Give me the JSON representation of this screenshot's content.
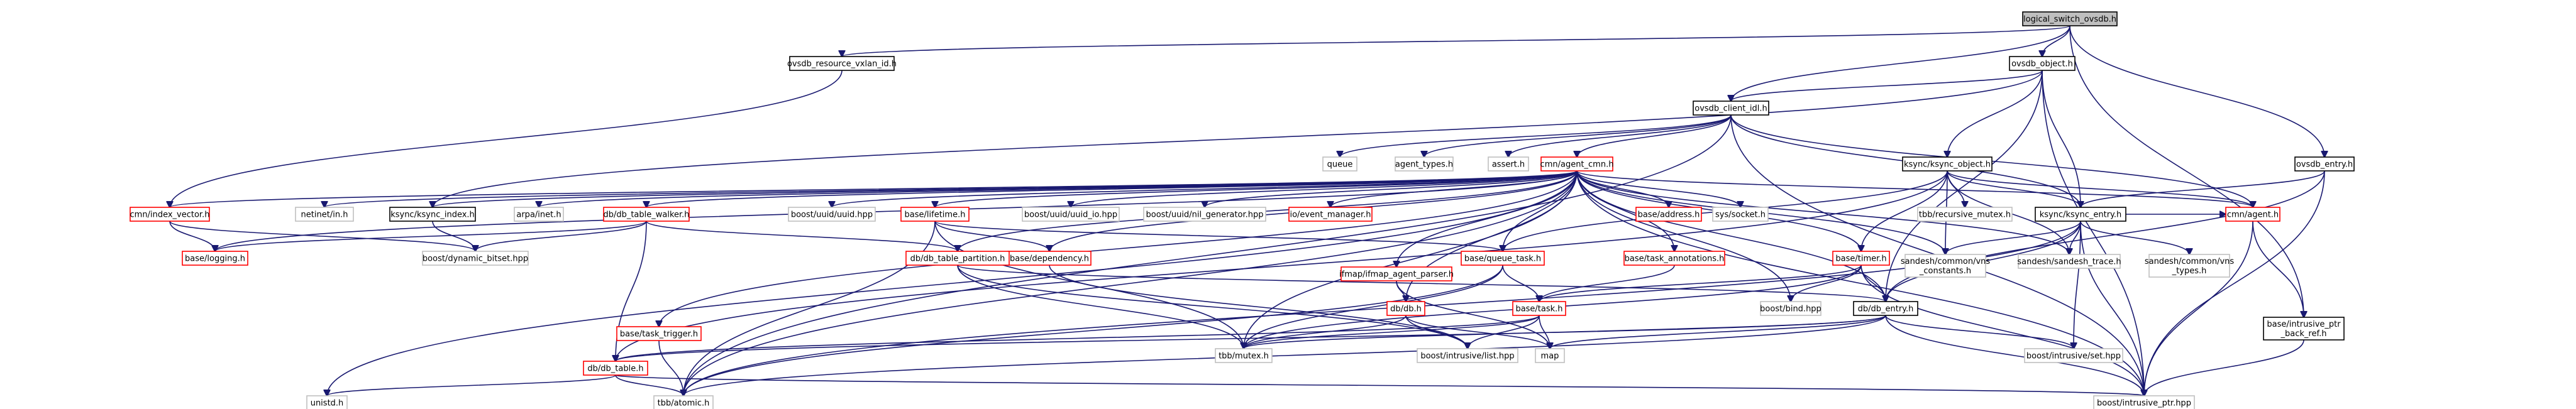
{
  "graph": {
    "nodes": [
      {
        "id": "root",
        "label": "logical_switch_ovsdb.h",
        "style": "root"
      },
      {
        "id": "ovsdb_resource_vxlan_id",
        "label": "ovsdb_resource_vxlan_id.h",
        "style": "normal"
      },
      {
        "id": "ovsdb_object",
        "label": "ovsdb_object.h",
        "style": "normal"
      },
      {
        "id": "ovsdb_client_idl",
        "label": "ovsdb_client_idl.h",
        "style": "normal"
      },
      {
        "id": "ovsdb_entry",
        "label": "ovsdb_entry.h",
        "style": "normal"
      },
      {
        "id": "queue",
        "label": "queue",
        "style": "gray"
      },
      {
        "id": "agent_types",
        "label": "agent_types.h",
        "style": "gray"
      },
      {
        "id": "assert",
        "label": "assert.h",
        "style": "gray"
      },
      {
        "id": "agent_cmn",
        "label": "cmn/agent_cmn.h",
        "style": "red"
      },
      {
        "id": "ksync_object",
        "label": "ksync/ksync_object.h",
        "style": "normal"
      },
      {
        "id": "netinet_in",
        "label": "netinet/in.h",
        "style": "gray"
      },
      {
        "id": "ksync_index",
        "label": "ksync/ksync_index.h",
        "style": "normal"
      },
      {
        "id": "arpa_inet",
        "label": "arpa/inet.h",
        "style": "gray"
      },
      {
        "id": "db_table_walker",
        "label": "db/db_table_walker.h",
        "style": "red"
      },
      {
        "id": "boost_uuid",
        "label": "boost/uuid/uuid.hpp",
        "style": "gray"
      },
      {
        "id": "base_lifetime",
        "label": "base/lifetime.h",
        "style": "red"
      },
      {
        "id": "boost_uuid_io",
        "label": "boost/uuid/uuid_io.hpp",
        "style": "gray"
      },
      {
        "id": "boost_nil_gen",
        "label": "boost/uuid/nil_generator.hpp",
        "style": "gray"
      },
      {
        "id": "io_event_manager",
        "label": "io/event_manager.h",
        "style": "red"
      },
      {
        "id": "base_address",
        "label": "base/address.h",
        "style": "red"
      },
      {
        "id": "sys_socket",
        "label": "sys/socket.h",
        "style": "gray"
      },
      {
        "id": "tbb_recursive_mutex",
        "label": "tbb/recursive_mutex.h",
        "style": "gray"
      },
      {
        "id": "ksync_entry",
        "label": "ksync/ksync_entry.h",
        "style": "normal"
      },
      {
        "id": "cmn_agent",
        "label": "cmn/agent.h",
        "style": "red"
      },
      {
        "id": "cmn_index_vector",
        "label": "cmn/index_vector.h",
        "style": "red"
      },
      {
        "id": "base_logging",
        "label": "base/logging.h",
        "style": "red"
      },
      {
        "id": "boost_dynamic_bitset",
        "label": "boost/dynamic_bitset.hpp",
        "style": "gray"
      },
      {
        "id": "base_dependency",
        "label": "base/dependency.h",
        "style": "red"
      },
      {
        "id": "db_table_partition",
        "label": "db/db_table_partition.h",
        "style": "red"
      },
      {
        "id": "ifmap_agent_parser",
        "label": "ifmap/ifmap_agent_parser.h",
        "style": "red"
      },
      {
        "id": "base_queue_task",
        "label": "base/queue_task.h",
        "style": "red"
      },
      {
        "id": "base_task_annotations",
        "label": "base/task_annotations.h",
        "style": "red"
      },
      {
        "id": "base_timer",
        "label": "base/timer.h",
        "style": "red"
      },
      {
        "id": "sandesh_vns_constants",
        "label": "sandesh/common/vns\n_constants.h",
        "style": "gray"
      },
      {
        "id": "sandesh_trace",
        "label": "sandesh/sandesh_trace.h",
        "style": "gray"
      },
      {
        "id": "sandesh_vns_types",
        "label": "sandesh/common/vns\n_types.h",
        "style": "gray"
      },
      {
        "id": "intrusive_ptr_back_ref",
        "label": "base/intrusive_ptr\n_back_ref.h",
        "style": "normal"
      },
      {
        "id": "base_task_trigger",
        "label": "base/task_trigger.h",
        "style": "red"
      },
      {
        "id": "db_db",
        "label": "db/db.h",
        "style": "red"
      },
      {
        "id": "base_task",
        "label": "base/task.h",
        "style": "red"
      },
      {
        "id": "boost_bind",
        "label": "boost/bind.hpp",
        "style": "gray"
      },
      {
        "id": "db_db_entry",
        "label": "db/db_entry.h",
        "style": "normal"
      },
      {
        "id": "db_db_table",
        "label": "db/db_table.h",
        "style": "red"
      },
      {
        "id": "tbb_mutex",
        "label": "tbb/mutex.h",
        "style": "gray"
      },
      {
        "id": "boost_intrusive_list",
        "label": "boost/intrusive/list.hpp",
        "style": "gray"
      },
      {
        "id": "map",
        "label": "map",
        "style": "gray"
      },
      {
        "id": "boost_intrusive_set",
        "label": "boost/intrusive/set.hpp",
        "style": "gray"
      },
      {
        "id": "unistd",
        "label": "unistd.h",
        "style": "gray"
      },
      {
        "id": "tbb_atomic",
        "label": "tbb/atomic.h",
        "style": "gray"
      },
      {
        "id": "boost_intrusive_ptr",
        "label": "boost/intrusive_ptr.hpp",
        "style": "gray"
      }
    ],
    "edges": [
      [
        "root",
        "ovsdb_resource_vxlan_id"
      ],
      [
        "root",
        "ovsdb_object"
      ],
      [
        "root",
        "ovsdb_client_idl"
      ],
      [
        "root",
        "ovsdb_entry"
      ],
      [
        "root",
        "intrusive_ptr_back_ref"
      ],
      [
        "ovsdb_resource_vxlan_id",
        "cmn_index_vector"
      ],
      [
        "ovsdb_object",
        "ovsdb_client_idl"
      ],
      [
        "ovsdb_object",
        "ksync_object"
      ],
      [
        "ovsdb_object",
        "ksync_entry"
      ],
      [
        "ovsdb_object",
        "db_db_entry"
      ],
      [
        "ovsdb_object",
        "boost_intrusive_ptr"
      ],
      [
        "ovsdb_object",
        "ksync_index"
      ],
      [
        "ovsdb_client_idl",
        "queue"
      ],
      [
        "ovsdb_client_idl",
        "agent_types"
      ],
      [
        "ovsdb_client_idl",
        "assert"
      ],
      [
        "ovsdb_client_idl",
        "agent_cmn"
      ],
      [
        "ovsdb_client_idl",
        "ksync_entry"
      ],
      [
        "ovsdb_client_idl",
        "cmn_agent"
      ],
      [
        "ovsdb_client_idl",
        "tbb_atomic"
      ],
      [
        "ovsdb_client_idl",
        "boost_intrusive_ptr"
      ],
      [
        "ovsdb_entry",
        "ksync_entry"
      ],
      [
        "ovsdb_entry",
        "db_db_entry"
      ],
      [
        "ovsdb_entry",
        "boost_intrusive_ptr"
      ],
      [
        "agent_cmn",
        "netinet_in"
      ],
      [
        "agent_cmn",
        "ksync_index"
      ],
      [
        "agent_cmn",
        "arpa_inet"
      ],
      [
        "agent_cmn",
        "db_table_walker"
      ],
      [
        "agent_cmn",
        "boost_uuid"
      ],
      [
        "agent_cmn",
        "base_lifetime"
      ],
      [
        "agent_cmn",
        "boost_uuid_io"
      ],
      [
        "agent_cmn",
        "boost_nil_gen"
      ],
      [
        "agent_cmn",
        "io_event_manager"
      ],
      [
        "agent_cmn",
        "base_address"
      ],
      [
        "agent_cmn",
        "sys_socket"
      ],
      [
        "agent_cmn",
        "cmn_agent"
      ],
      [
        "agent_cmn",
        "cmn_index_vector"
      ],
      [
        "agent_cmn",
        "base_logging"
      ],
      [
        "agent_cmn",
        "base_dependency"
      ],
      [
        "agent_cmn",
        "db_table_partition"
      ],
      [
        "agent_cmn",
        "ifmap_agent_parser"
      ],
      [
        "agent_cmn",
        "base_queue_task"
      ],
      [
        "agent_cmn",
        "base_task_annotations"
      ],
      [
        "agent_cmn",
        "base_timer"
      ],
      [
        "agent_cmn",
        "sandesh_vns_constants"
      ],
      [
        "agent_cmn",
        "sandesh_trace"
      ],
      [
        "agent_cmn",
        "base_task_trigger"
      ],
      [
        "agent_cmn",
        "db_db"
      ],
      [
        "agent_cmn",
        "boost_bind"
      ],
      [
        "agent_cmn",
        "db_db_entry"
      ],
      [
        "agent_cmn",
        "tbb_mutex"
      ],
      [
        "agent_cmn",
        "unistd"
      ],
      [
        "agent_cmn",
        "tbb_atomic"
      ],
      [
        "agent_cmn",
        "boost_intrusive_ptr"
      ],
      [
        "ksync_object",
        "tbb_recursive_mutex"
      ],
      [
        "ksync_object",
        "ksync_entry"
      ],
      [
        "ksync_object",
        "cmn_agent"
      ],
      [
        "ksync_object",
        "sandesh_trace"
      ],
      [
        "ksync_object",
        "base_queue_task"
      ],
      [
        "ksync_object",
        "base_timer"
      ],
      [
        "ksync_object",
        "db_db_table"
      ],
      [
        "ksync_object",
        "sandesh_vns_constants"
      ],
      [
        "ksync_index",
        "boost_dynamic_bitset"
      ],
      [
        "db_table_walker",
        "base_logging"
      ],
      [
        "db_table_walker",
        "boost_dynamic_bitset"
      ],
      [
        "db_table_walker",
        "db_db_table"
      ],
      [
        "db_table_walker",
        "db_table_partition"
      ],
      [
        "base_lifetime",
        "base_dependency"
      ],
      [
        "base_lifetime",
        "tbb_mutex"
      ],
      [
        "base_lifetime",
        "tbb_atomic"
      ],
      [
        "base_lifetime",
        "base_queue_task"
      ],
      [
        "cmn_index_vector",
        "base_logging"
      ],
      [
        "cmn_index_vector",
        "boost_dynamic_bitset"
      ],
      [
        "ksync_entry",
        "sandesh_vns_constants"
      ],
      [
        "ksync_entry",
        "sandesh_trace"
      ],
      [
        "ksync_entry",
        "sandesh_vns_types"
      ],
      [
        "ksync_entry",
        "db_db_entry"
      ],
      [
        "ksync_entry",
        "boost_intrusive_set"
      ],
      [
        "ksync_entry",
        "tbb_atomic"
      ],
      [
        "ksync_entry",
        "boost_intrusive_ptr"
      ],
      [
        "ksync_entry",
        "cmn_agent"
      ],
      [
        "cmn_agent",
        "intrusive_ptr_back_ref"
      ],
      [
        "cmn_agent",
        "boost_intrusive_ptr"
      ],
      [
        "intrusive_ptr_back_ref",
        "boost_intrusive_ptr"
      ],
      [
        "base_dependency",
        "boost_intrusive_list"
      ],
      [
        "db_table_partition",
        "tbb_mutex"
      ],
      [
        "db_table_partition",
        "boost_intrusive_list"
      ],
      [
        "db_table_partition",
        "db_db_entry"
      ],
      [
        "ifmap_agent_parser",
        "db_db"
      ],
      [
        "ifmap_agent_parser",
        "map"
      ],
      [
        "base_queue_task",
        "base_task"
      ],
      [
        "base_queue_task",
        "tbb_mutex"
      ],
      [
        "base_queue_task",
        "tbb_atomic"
      ],
      [
        "base_task_annotations",
        "base_task"
      ],
      [
        "base_timer",
        "base_task"
      ],
      [
        "base_timer",
        "boost_bind"
      ],
      [
        "base_timer",
        "tbb_mutex"
      ],
      [
        "base_timer",
        "boost_intrusive_ptr"
      ],
      [
        "base_timer",
        "db_db_entry"
      ],
      [
        "base_task_trigger",
        "tbb_atomic"
      ],
      [
        "db_db",
        "tbb_mutex"
      ],
      [
        "db_db",
        "map"
      ],
      [
        "db_db",
        "boost_intrusive_list"
      ],
      [
        "base_task",
        "tbb_mutex"
      ],
      [
        "base_task",
        "map"
      ],
      [
        "base_task",
        "boost_intrusive_list"
      ],
      [
        "base_task",
        "db_db_table"
      ],
      [
        "db_db_entry",
        "tbb_mutex"
      ],
      [
        "db_db_entry",
        "map"
      ],
      [
        "db_db_entry",
        "boost_intrusive_set"
      ],
      [
        "db_db_entry",
        "tbb_atomic"
      ],
      [
        "db_db_entry",
        "boost_intrusive_ptr"
      ],
      [
        "db_db_entry",
        "db_db_table"
      ],
      [
        "db_db_table",
        "unistd"
      ],
      [
        "db_db_table",
        "tbb_atomic"
      ],
      [
        "db_db_table",
        "boost_intrusive_ptr"
      ]
    ]
  }
}
